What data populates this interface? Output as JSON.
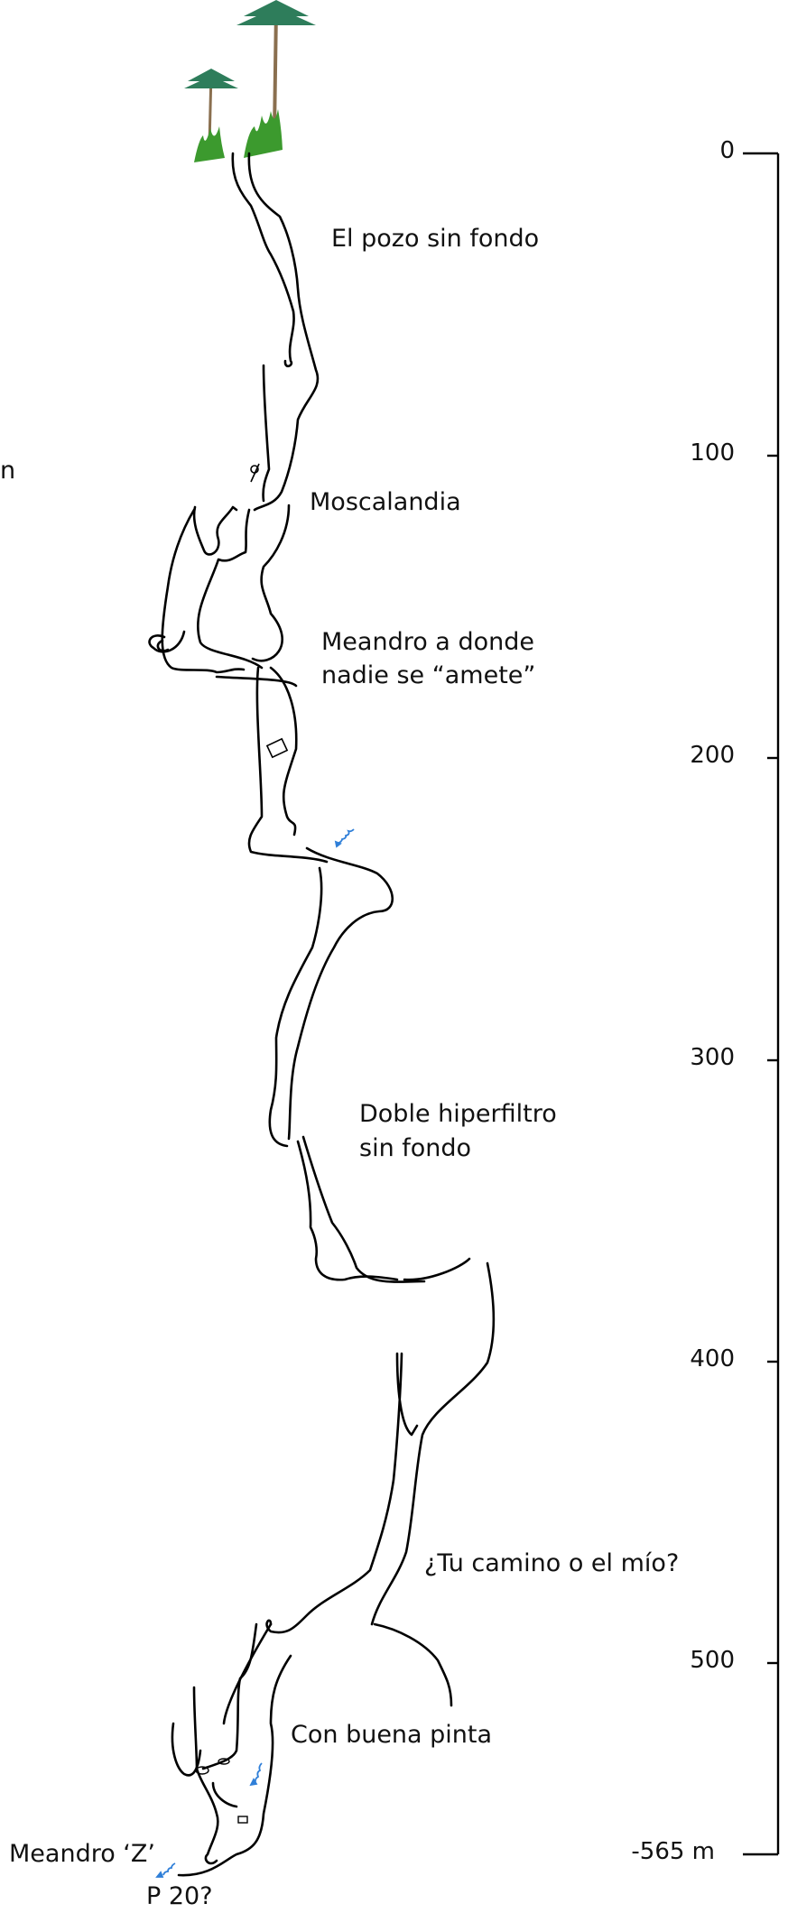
{
  "labels": {
    "pozo": "El pozo sin fondo",
    "moscalandia": "Moscalandia",
    "meandro_line1": "Meandro a donde",
    "meandro_line2": "nadie se “amete”",
    "doble_line1": "Doble hiperfiltro",
    "doble_line2": "sin fondo",
    "camino": "¿Tu camino o el mío?",
    "pinta": "Con buena pinta",
    "meandro_z": "Meandro ‘Z’",
    "p20": "P 20?",
    "edge_fragment": "n"
  },
  "depth_axis": {
    "ticks": [
      "0",
      "100",
      "200",
      "300",
      "400",
      "500"
    ],
    "bottom_label": "-565 m"
  },
  "colors": {
    "passage": "#000000",
    "water": "#2f7fd8",
    "tree_canopy": "#2e7d5b",
    "grass": "#3c9a2e"
  },
  "icons": [
    "tree-icon",
    "grass-icon",
    "water-flow-icon",
    "rope-icon",
    "block-icon"
  ]
}
